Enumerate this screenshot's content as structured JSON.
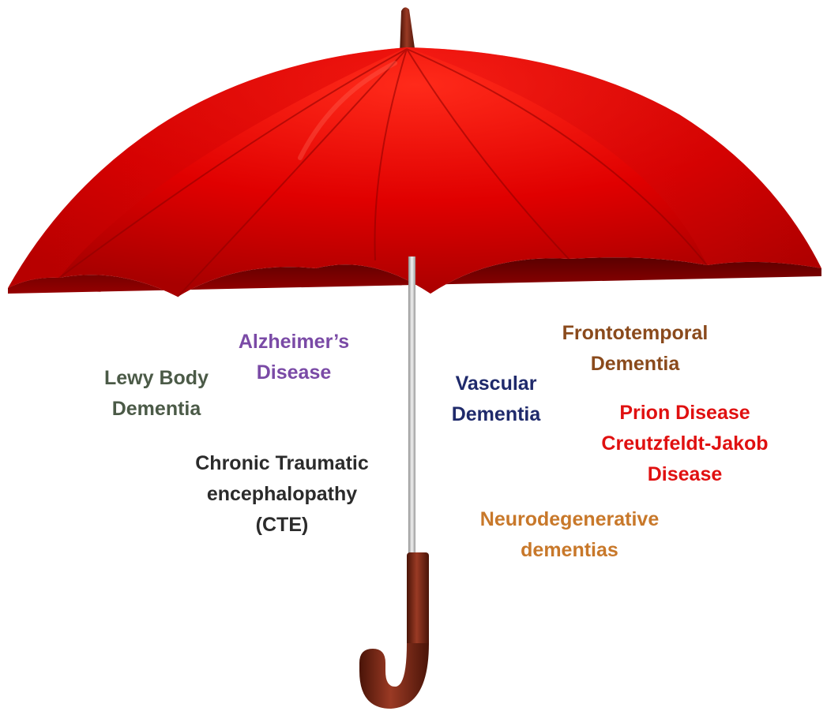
{
  "umbrella": {
    "canopy_color": "#e00000",
    "canopy_dark": "#7a0000",
    "shaft_color": "#bfbfbf",
    "handle_color": "#7a2a1a"
  },
  "labels": [
    {
      "id": "lewy",
      "lines": [
        "Lewy Body",
        "Dementia"
      ],
      "color": "#4b5a47"
    },
    {
      "id": "alzheimers",
      "lines": [
        "Alzheimer’s",
        "Disease"
      ],
      "color": "#7a4aa6"
    },
    {
      "id": "cte",
      "lines": [
        "Chronic Traumatic",
        "encephalopathy",
        "(CTE)"
      ],
      "color": "#2b2b2b"
    },
    {
      "id": "vascular",
      "lines": [
        "Vascular",
        "Dementia"
      ],
      "color": "#1f2a6b"
    },
    {
      "id": "frontotemporal",
      "lines": [
        "Frontotemporal",
        "Dementia"
      ],
      "color": "#8a4a1c"
    },
    {
      "id": "prion",
      "lines": [
        "Prion Disease",
        "Creutzfeldt-Jakob",
        "Disease"
      ],
      "color": "#e01010"
    },
    {
      "id": "neurodegenerative",
      "lines": [
        "Neurodegenerative",
        "dementias"
      ],
      "color": "#c8782a"
    }
  ]
}
